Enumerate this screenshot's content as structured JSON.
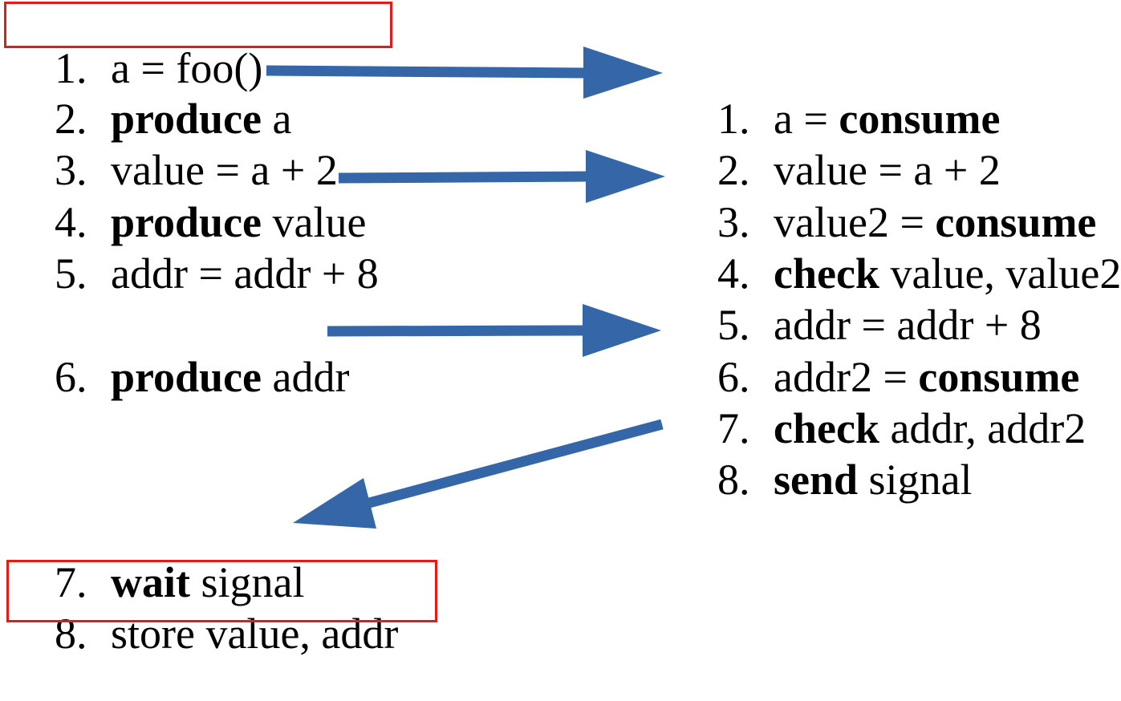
{
  "colors": {
    "arrow": "#3466a8",
    "highlight_box": "#e41b17",
    "text": "#000000"
  },
  "left_column": [
    {
      "num": "1.",
      "kw": "",
      "rest": "a = foo()"
    },
    {
      "num": "2.",
      "kw": "produce",
      "rest": " a"
    },
    {
      "num": "3.",
      "kw": "",
      "rest": "value = a + 2"
    },
    {
      "num": "4.",
      "kw": "produce",
      "rest": " value"
    },
    {
      "num": "5.",
      "kw": "",
      "rest": "addr = addr + 8"
    },
    {
      "num": "6.",
      "kw": "produce",
      "rest": " addr"
    },
    {
      "num": "7.",
      "kw": "wait",
      "rest": " signal"
    },
    {
      "num": "8.",
      "kw": "",
      "rest": "store value, addr"
    }
  ],
  "right_column": [
    {
      "num": "1.",
      "pre": "a = ",
      "kw": "consume",
      "rest": ""
    },
    {
      "num": "2.",
      "pre": "value = a + 2",
      "kw": "",
      "rest": ""
    },
    {
      "num": "3.",
      "pre": "value2 = ",
      "kw": "consume",
      "rest": ""
    },
    {
      "num": "4.",
      "pre": "",
      "kw": "check",
      "rest": " value, value2"
    },
    {
      "num": "5.",
      "pre": "addr = addr + 8",
      "kw": "",
      "rest": ""
    },
    {
      "num": "6.",
      "pre": "addr2 = ",
      "kw": "consume",
      "rest": ""
    },
    {
      "num": "7.",
      "pre": "",
      "kw": "check",
      "rest": " addr, addr2"
    },
    {
      "num": "8.",
      "pre": "",
      "kw": "send",
      "rest": " signal"
    }
  ],
  "arrows": [
    {
      "from": "left-2",
      "to": "right-1"
    },
    {
      "from": "left-4",
      "to": "right-3"
    },
    {
      "from": "left-6",
      "to": "right-6"
    },
    {
      "from": "right-8",
      "to": "left-7"
    }
  ],
  "highlighted": [
    "left-1",
    "left-8"
  ]
}
